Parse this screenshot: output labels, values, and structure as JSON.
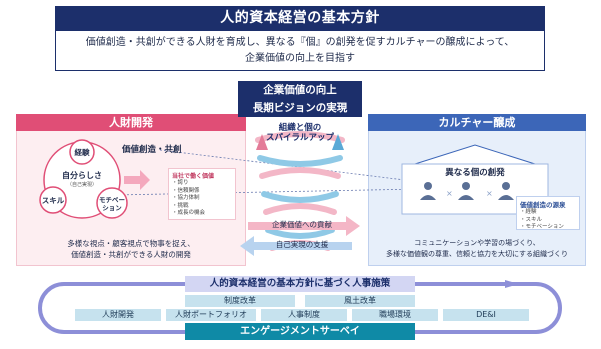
{
  "title": "人的資本経営の基本方針",
  "policy": {
    "line1": "価値創造・共創ができる人財を育成し、異なる『個』の創発を促すカルチャーの醸成によって、",
    "line2": "企業価値の向上を目指す"
  },
  "center": {
    "goal_1": "企業価値の向上",
    "goal_2": "長期ビジョンの実現",
    "spiral_line1": "組織と個の",
    "spiral_line2": "スパイラルアップ",
    "arrow_contribution": "企業価値への貢献",
    "arrow_support": "自己実現の支援"
  },
  "left": {
    "header": "人財開発",
    "value_creation": "価値創造・共創",
    "circle_experience": "経験",
    "circle_self_line1": "自分らしさ",
    "circle_self_line2": "（自己実現）",
    "circle_skill": "スキル",
    "circle_motivation_line1": "モチベー",
    "circle_motivation_line2": "ション",
    "value_box_title": "当社で働く価値",
    "value_box_items": [
      "・誇り",
      "・信頼関係",
      "・協力体制",
      "・挑戦",
      "・成長の機会"
    ],
    "bottom_line1": "多様な視点・顧客視点で物事を捉え、",
    "bottom_line2": "価値創造・共創ができる人財の開発"
  },
  "right": {
    "header": "カルチャー醸成",
    "emergence": "異なる個の創発",
    "source_title": "価値創造の源泉",
    "source_items": [
      "・経験",
      "・スキル",
      "・モチベーション"
    ],
    "bottom_line1": "コミュニケーションや学習の場づくり、",
    "bottom_line2": "多様な価値観の尊重、信頼と協力を大切にする組織づくり"
  },
  "bottom": {
    "measures": "人的資本経営の基本方針に基づく人事施策",
    "row1": [
      "制度改革",
      "風土改革"
    ],
    "row2": [
      "人財開発",
      "人財ポートフォリオ",
      "人事制度",
      "職場環境",
      "DE&I"
    ],
    "survey": "エンゲージメントサーベイ"
  },
  "colors": {
    "navy": "#1c2f6b",
    "pink": "#e04e76",
    "blue": "#3c66b8",
    "teal": "#0f8aa6"
  }
}
